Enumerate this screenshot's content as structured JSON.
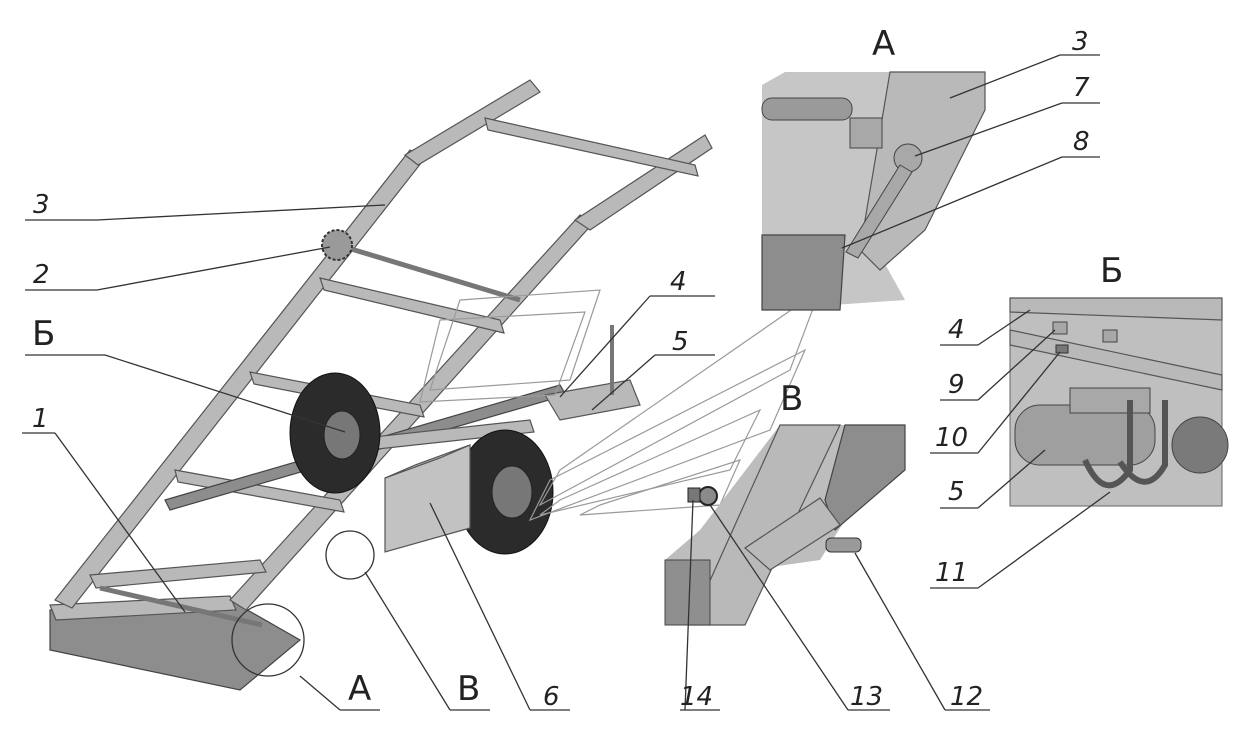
{
  "callouts": {
    "c1": "1",
    "c2": "2",
    "c3": "3",
    "c4": "4",
    "c5": "5",
    "c6": "6",
    "vA": "А",
    "vB": "В",
    "vBe": "Б"
  },
  "detail_A": {
    "title": "А",
    "c3": "3",
    "c7": "7",
    "c8": "8"
  },
  "detail_Be": {
    "title": "Б",
    "c4": "4",
    "c9": "9",
    "c10": "10",
    "c5": "5",
    "c11": "11"
  },
  "detail_B": {
    "title": "В",
    "c12": "12",
    "c13": "13",
    "c14": "14"
  }
}
